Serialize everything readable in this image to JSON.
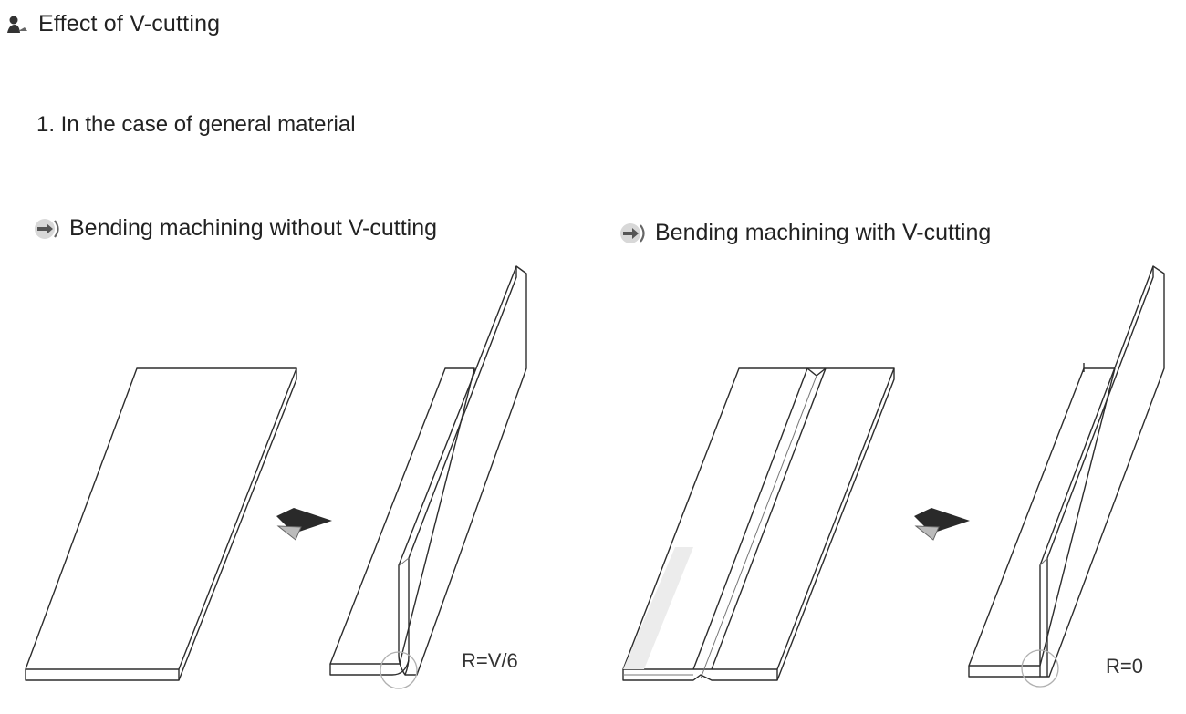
{
  "header": {
    "title": "Effect of V-cutting",
    "title_icon": "person-bullet-icon"
  },
  "section": {
    "heading": "1. In the case of general material"
  },
  "panels": [
    {
      "caption": "Bending machining without V-cutting",
      "caption_icon": "arrow-bullet-icon",
      "radius_label": "R=V/6"
    },
    {
      "caption": "Bending machining with V-cutting",
      "caption_icon": "arrow-bullet-icon",
      "radius_label": "R=0"
    }
  ],
  "colors": {
    "line": "#2d2d2d",
    "highlight_circle": "#b0b0b0",
    "arrow_fill": "#2a2a2a"
  }
}
